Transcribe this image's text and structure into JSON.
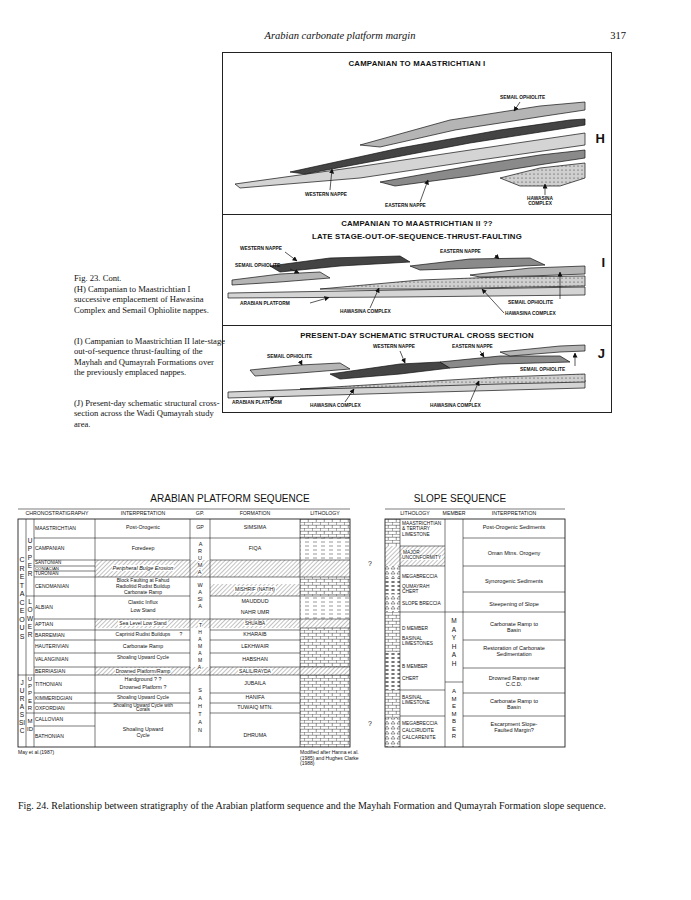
{
  "diagram": {
    "caption": "Fig. 24. Relationship between stratigraphy of the Arabian platform sequence and the Mayhah Formation and Qumayrah Formation slope sequence.",
    "nodes": [
      {
        "text": [
          "CAMPANIAN TO MAASTRICHTIAN I",
          "H"
        ]
      },
      {
        "text": [
          "CAMPANIAN TO MAASTRICHTIAN II ??",
          "LATE STAGE-OUT-OF-SEQUENCE-THRUST-FAULTING",
          "I"
        ]
      },
      {
        "text": [
          "PRESENT-DAY SCHEMATIC STRUCTURAL CROSS SECTION",
          "J"
        ]
      }
    ],
    "labels": [
      "Arabian carbonate platform margin",
      "317",
      "Fig. 23. Cont.",
      "(H) Campanian to Maastrichtian I successive emplacement of Hawasina Complex and Semail Ophiolite nappes.",
      "(I) Campanian to Maastrichtian II late-stage out-of-sequence thrust-faulting of the Mayhah and Qumayrah Formations over the previously emplaced nappes.",
      "(J) Present-day schematic structural cross-section across the Wadi Qumayrah study area.",
      "SEMAIL OPHIOLITE",
      "WESTERN NAPPE",
      "EASTERN NAPPE",
      "HAWASINA COMPLEX",
      "WESTERN NAPPE",
      "EASTERN NAPPE",
      "SEMAIL OPHIOLITE",
      "SEMAIL OPHIOLITE",
      "ARABIAN PLATFORM",
      "HAWASINA COMPLEX",
      "HAWASINA COMPLEX",
      "WESTERN NAPPE",
      "EASTERN NAPPE",
      "SEMAIL OPHIOLITE",
      "SEMAIL OPHIOLITE",
      "ARABIAN PLATFORM",
      "HAWASINA COMPLEX",
      "HAWASINA COMPLEX",
      "ARABIAN PLATFORM SEQUENCE",
      "SLOPE SEQUENCE",
      "CHRONOSTRATIGRAPHY",
      "INTERPRETATION",
      "GP.",
      "FORMATION",
      "LITHOLOGY",
      "LITHOLOGY",
      "MEMBER",
      "INTERPRETATION",
      "CRETACEOUS",
      "UPPER",
      "LOWER",
      "JURASSIC",
      "UPPER",
      "MID",
      "MAASTRICHTIAN",
      "CAMPANIAN",
      "SANTONIAN",
      "CONIACIAN",
      "TURONIAN",
      "CENOMANIAN",
      "ALBIAN",
      "APTIAN",
      "BARREMIAN",
      "HAUTERIVIAN",
      "VALANGINIAN",
      "BERRIASIAN",
      "TITHONIAN",
      "KIMMERIDGIAN",
      "OXFORDIAN",
      "CALLOVIAN",
      "BATHONIAN",
      "Post-Orogenic",
      "Foredeep",
      "Peripheral Bulge Erosion",
      "Block Faulting at Fahud",
      "Radiolitid Rudist Buildup",
      "Carbonate Ramp",
      "Clastic Influx",
      "Low Stand",
      "Sea Level Low Stand",
      "Caprinid Rudist Buildups",
      "?",
      "Carbonate Ramp",
      "Shoaling Upward Cycle",
      "Drowned Platform/Ramp",
      "Hardground ? ?",
      "Drowned Platform ?",
      "Shoaling Upward Cycle",
      "Shoaling Upward Cycle with Corals",
      "Shoaling Upward Cycle",
      "GP",
      "ARUMA",
      "WASIA",
      "THAMAMA",
      "SAHTAN",
      "SIMSIMA",
      "FIQA",
      "MISHRIF (NATIH)",
      "MAUDDUD",
      "NAHR UMR",
      "SHUAIBA",
      "KHARAIB",
      "LEKHWAIR",
      "HABSHAN",
      "SALIL/RAYDA",
      "JUBAILA",
      "HANIFA",
      "TUWAIQ MTN.",
      "DHRUMA",
      "?",
      "?",
      "MAASTRICHTIAN & TERTIARY LIMESTONE",
      "MAJOR UNCONFORMITY",
      "MEGABRECCIA",
      "QUMAYRAH CHERT",
      "SLOPE BRECCIA",
      "D MEMBER",
      "BASINAL LIMESTONES",
      "B MEMBER",
      "CHERT",
      "BASINAL LIMESTONE",
      "MEGABRECCIA",
      "CALCIRUDITE",
      "CALCARENITE",
      "MAYHAH",
      "A MEMBER",
      "Post-Orogenic Sediments",
      "Oman Mtns. Orogeny",
      "Synorogenic Sediments",
      "Steepening of Slope",
      "Carbonate Ramp to Basin",
      "Restoration of Carbonate Sedimentation",
      "Drowned Ramp near C.C.D.",
      "Carbonate Ramp to Basin",
      "Escarpment Slope-Faulted Margin?",
      "May et al.(1987)",
      "Modified after Hanna et al.(1985) and Hughes Clarke (1988)"
    ]
  }
}
